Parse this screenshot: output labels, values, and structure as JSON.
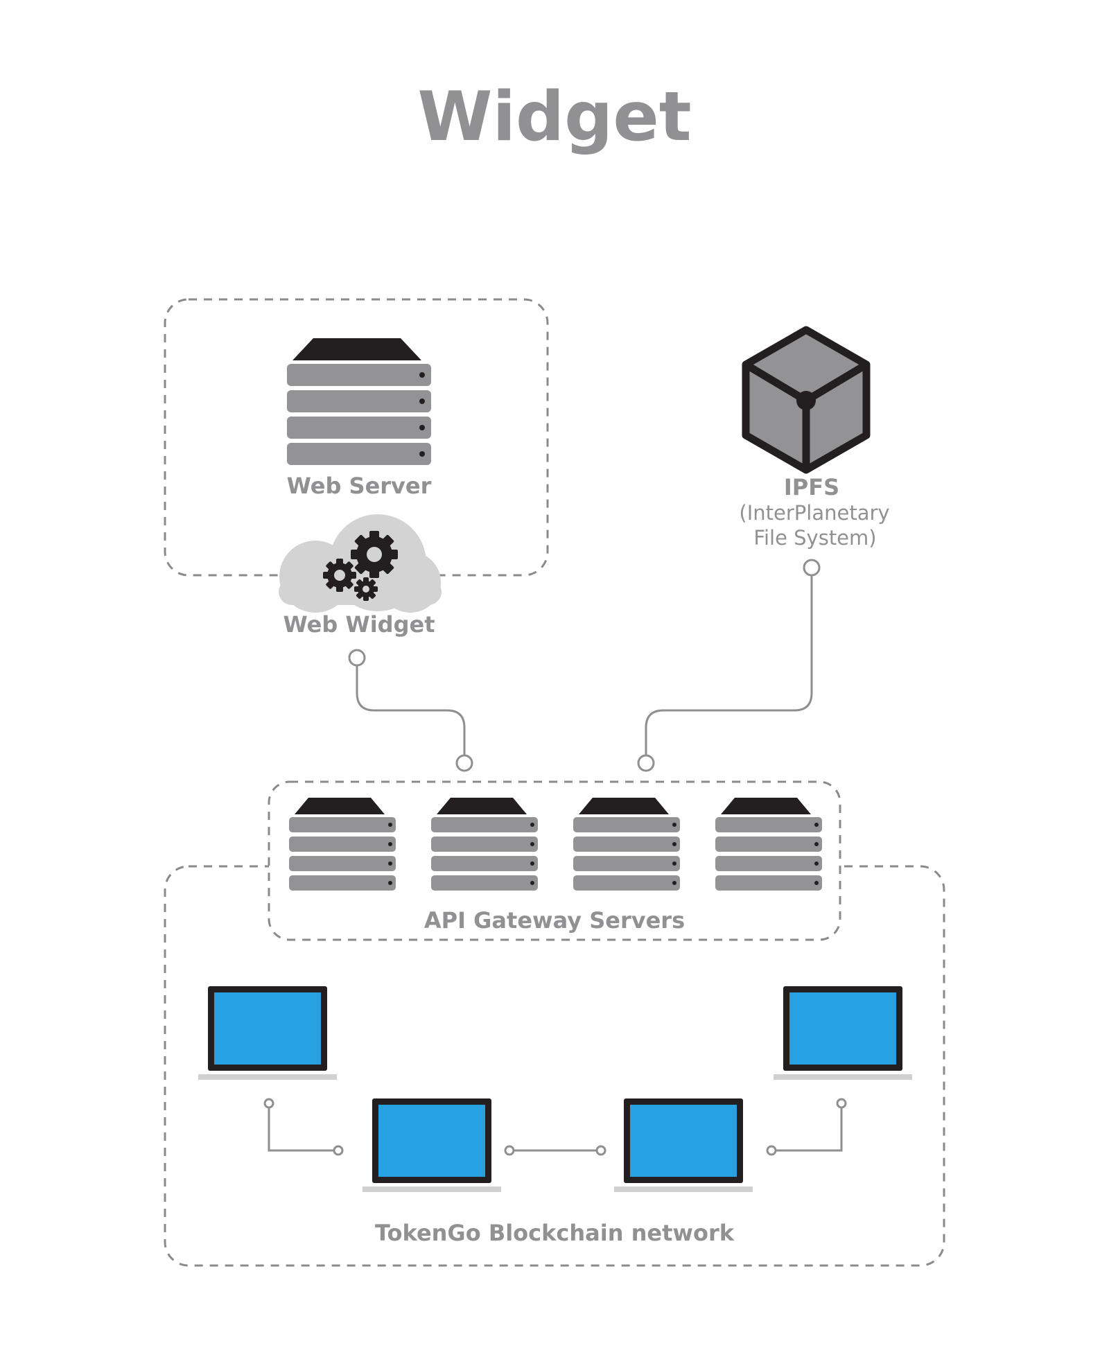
{
  "title": "Widget",
  "colors": {
    "text": "#919193",
    "server_slab": "#939396",
    "server_top": "#231f20",
    "dashed_border": "#8a8a8a",
    "connector": "#8f8f91",
    "cloud": "#d3d3d4",
    "gear": "#231f20",
    "screen": "#27a1e2",
    "laptop_frame": "#231f20",
    "laptop_base": "#d0d0d1",
    "cube_face": "#939396",
    "cube_edge": "#231f20"
  },
  "nodes": {
    "web_server": {
      "label": "Web Server",
      "icon": "server-rack-icon"
    },
    "web_widget": {
      "label": "Web Widget",
      "icon": "cloud-gears-icon"
    },
    "ipfs": {
      "label": "IPFS",
      "description_lines": [
        "(InterPlanetary",
        "File System)"
      ],
      "icon": "cube-icon"
    },
    "api_gateway": {
      "label": "API Gateway Servers",
      "server_count": 4,
      "icon": "server-rack-icon"
    },
    "blockchain": {
      "label": "TokenGo Blockchain network",
      "laptop_count": 4,
      "icon": "laptop-icon"
    }
  },
  "edges": [
    {
      "from": "Web Widget",
      "to": "API Gateway Servers"
    },
    {
      "from": "IPFS",
      "to": "API Gateway Servers"
    },
    {
      "from": "laptop-1",
      "to": "laptop-2"
    },
    {
      "from": "laptop-2",
      "to": "laptop-3"
    },
    {
      "from": "laptop-3",
      "to": "laptop-4"
    }
  ]
}
